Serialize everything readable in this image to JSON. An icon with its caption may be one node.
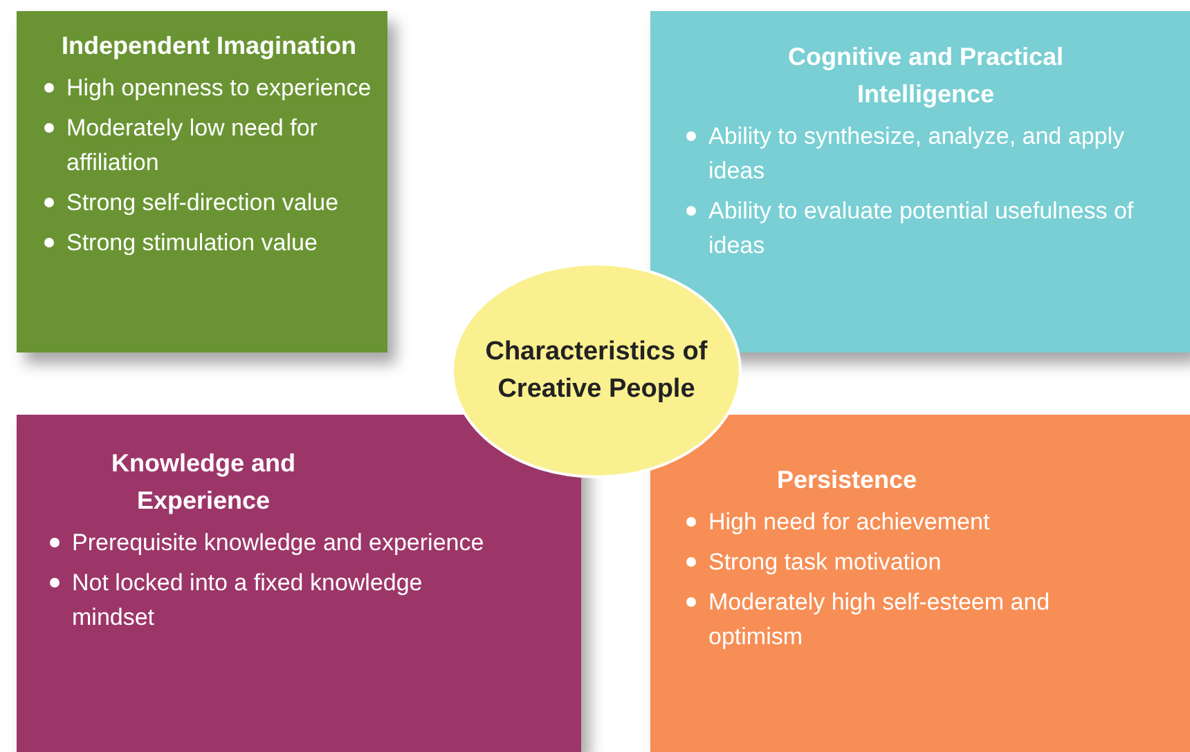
{
  "diagram": {
    "nodes": [
      {
        "text": [
          "Independent Imagination",
          "High openness to experience",
          "Moderately low need for affiliation",
          "Strong self-direction value",
          "Strong stimulation value"
        ]
      },
      {
        "text": [
          "Cognitive and Practical Intelligence",
          "Ability to synthesize, analyze, and apply ideas",
          "Ability to evaluate potential usefulness of ideas"
        ]
      },
      {
        "text": [
          "Characteristics of Creative People"
        ]
      },
      {
        "text": [
          "Knowledge and Experience",
          "Prerequisite knowledge and experience",
          "Not locked into a fixed knowledge mindset"
        ]
      },
      {
        "text": [
          "Persistence",
          "High need for achievement",
          "Strong task motivation",
          "Moderately high self-esteem and optimism"
        ]
      }
    ],
    "edges": []
  }
}
